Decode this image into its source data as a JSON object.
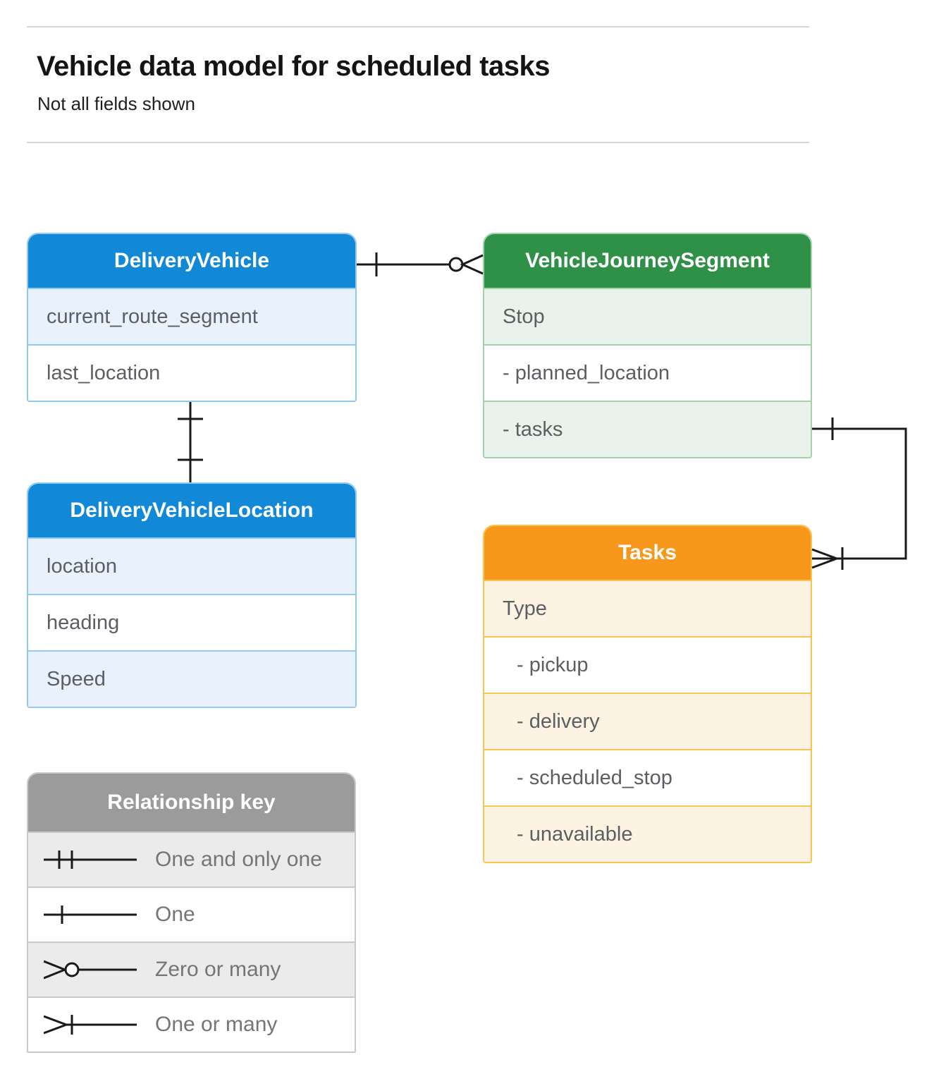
{
  "page": {
    "title": "Vehicle data model for scheduled tasks",
    "subtitle": "Not all fields shown"
  },
  "colors": {
    "blue_header": "#1289d7",
    "blue_tint": "#e8f1fc",
    "green_header": "#2f9048",
    "green_tint": "#e9f3eb",
    "orange_header": "#f7981d",
    "orange_tint": "#fdf3e2",
    "gray_header": "#9b9b9b",
    "gray_tint": "#ebebeb",
    "connector": "#1a1a1a"
  },
  "entities": [
    {
      "id": "delivery-vehicle",
      "title": "DeliveryVehicle",
      "theme": "blue",
      "fields": [
        "current_route_segment",
        "last_location"
      ]
    },
    {
      "id": "vehicle-journey-segment",
      "title": "VehicleJourneySegment",
      "theme": "green",
      "fields": [
        "Stop",
        "- planned_location",
        "- tasks"
      ]
    },
    {
      "id": "delivery-vehicle-location",
      "title": "DeliveryVehicleLocation",
      "theme": "blue",
      "fields": [
        "location",
        "heading",
        "Speed"
      ]
    },
    {
      "id": "tasks",
      "title": "Tasks",
      "theme": "orange",
      "fields": [
        "Type",
        "- pickup",
        "- delivery",
        "- scheduled_stop",
        "- unavailable"
      ]
    }
  ],
  "relationships": [
    {
      "from": "DeliveryVehicle",
      "to": "VehicleJourneySegment",
      "from_end": "one",
      "to_end": "zero-or-many"
    },
    {
      "from": "DeliveryVehicle",
      "to": "DeliveryVehicleLocation",
      "from_end": "one",
      "to_end": "one"
    },
    {
      "from": "VehicleJourneySegment.tasks",
      "to": "Tasks",
      "from_end": "one",
      "to_end": "one-or-many"
    }
  ],
  "legend": {
    "title": "Relationship key",
    "items": [
      {
        "symbol": "one-and-only-one",
        "label": "One and only one"
      },
      {
        "symbol": "one",
        "label": "One"
      },
      {
        "symbol": "zero-or-many",
        "label": "Zero or many"
      },
      {
        "symbol": "one-or-many",
        "label": "One or many"
      }
    ]
  }
}
